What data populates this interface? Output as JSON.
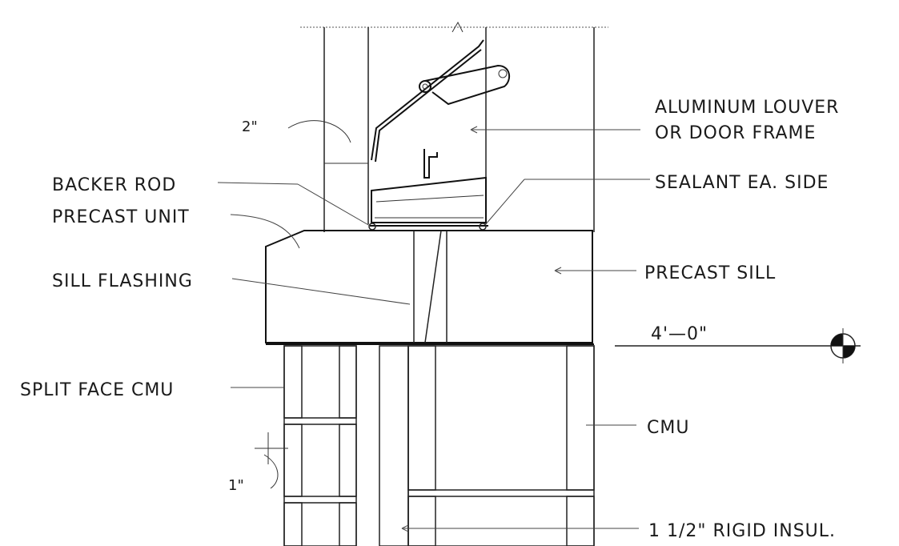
{
  "labels": {
    "louver_line1": "ALUMINUM LOUVER",
    "louver_line2": "OR DOOR FRAME",
    "sealant": "SEALANT EA. SIDE",
    "backer_rod": "BACKER ROD",
    "precast_unit": "PRECAST UNIT",
    "sill_flashing": "SILL FLASHING",
    "precast_sill": "PRECAST SILL",
    "elevation": "4'—0\"",
    "split_face_cmu": "SPLIT FACE CMU",
    "cmu": "CMU",
    "rigid_insul": "1  1/2\"  RIGID INSUL.",
    "dim_2in": "2\"",
    "dim_1in": "1\""
  },
  "colors": {
    "linework": "#111111",
    "background": "#ffffff"
  }
}
